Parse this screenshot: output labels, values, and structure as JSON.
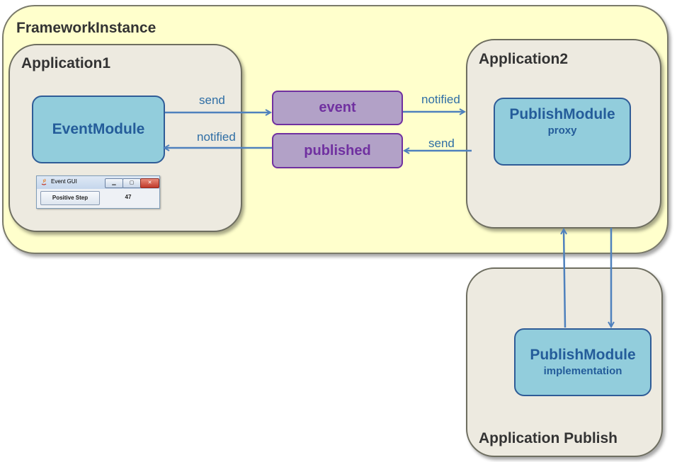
{
  "containers": {
    "framework_title": "FrameworkInstance",
    "app1_title": "Application1",
    "app2_title": "Application2",
    "app_publish_title": "Application Publish"
  },
  "modules": {
    "event_module": {
      "name": "EventModule"
    },
    "proxy_module": {
      "name": "PublishModule",
      "sub": "proxy"
    },
    "impl_module": {
      "name": "PublishModule",
      "sub": "implementation"
    }
  },
  "topics": {
    "event": "event",
    "published": "published"
  },
  "edges": {
    "send_event": "send",
    "notified_event": "notified",
    "notified_published": "notified",
    "send_published": "send"
  },
  "event_gui": {
    "title": "Event GUI",
    "button_label": "Positive Step",
    "value": "47"
  },
  "colors": {
    "framework_fill": "#ffffcc",
    "app_fill": "#edeae0",
    "module_fill": "#92cddc",
    "module_text": "#245c9a",
    "topic_fill": "#b2a1c7",
    "topic_text": "#7030a0",
    "arrow": "#4f81bd"
  }
}
